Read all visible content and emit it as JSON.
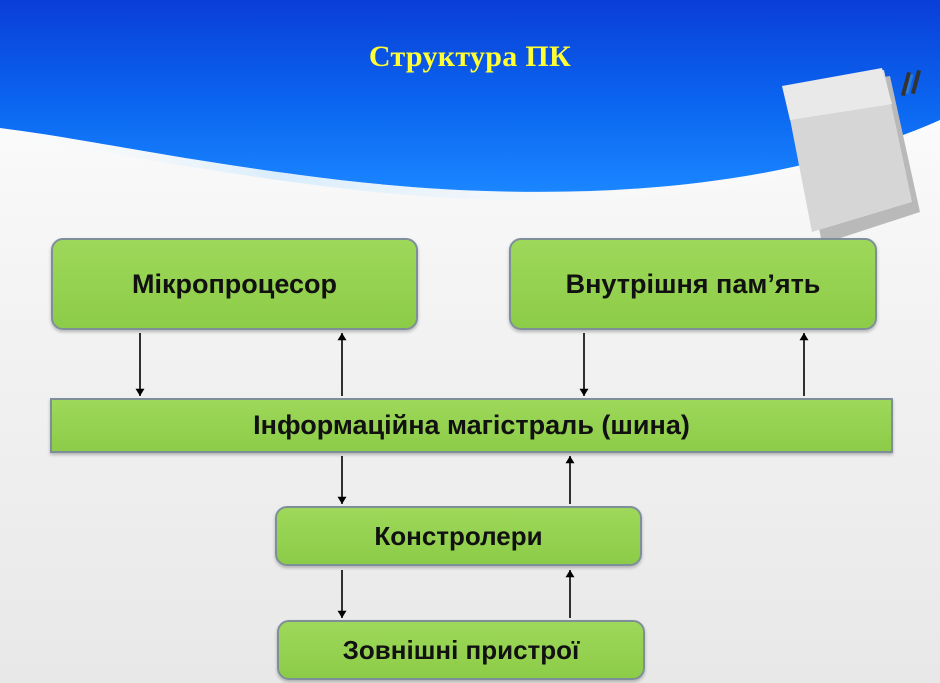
{
  "slide": {
    "title": "Структура ПК"
  },
  "diagram": {
    "nodes": {
      "cpu": "Мікропроцесор",
      "memory": "Внутрішня пам’ять",
      "bus": "Інформаційна магістраль (шина)",
      "controllers": "Констролери",
      "external": "Зовнішні пристрої"
    },
    "edges": [
      {
        "from": "cpu",
        "to": "bus"
      },
      {
        "from": "bus",
        "to": "cpu"
      },
      {
        "from": "memory",
        "to": "bus"
      },
      {
        "from": "bus",
        "to": "memory"
      },
      {
        "from": "bus",
        "to": "controllers"
      },
      {
        "from": "controllers",
        "to": "bus"
      },
      {
        "from": "controllers",
        "to": "external"
      },
      {
        "from": "external",
        "to": "controllers"
      }
    ]
  },
  "colors": {
    "header_blue": "#0a5fe6",
    "title_yellow": "#ffff33",
    "box_green": "#8ccc48",
    "box_border": "#7f8f9a"
  }
}
